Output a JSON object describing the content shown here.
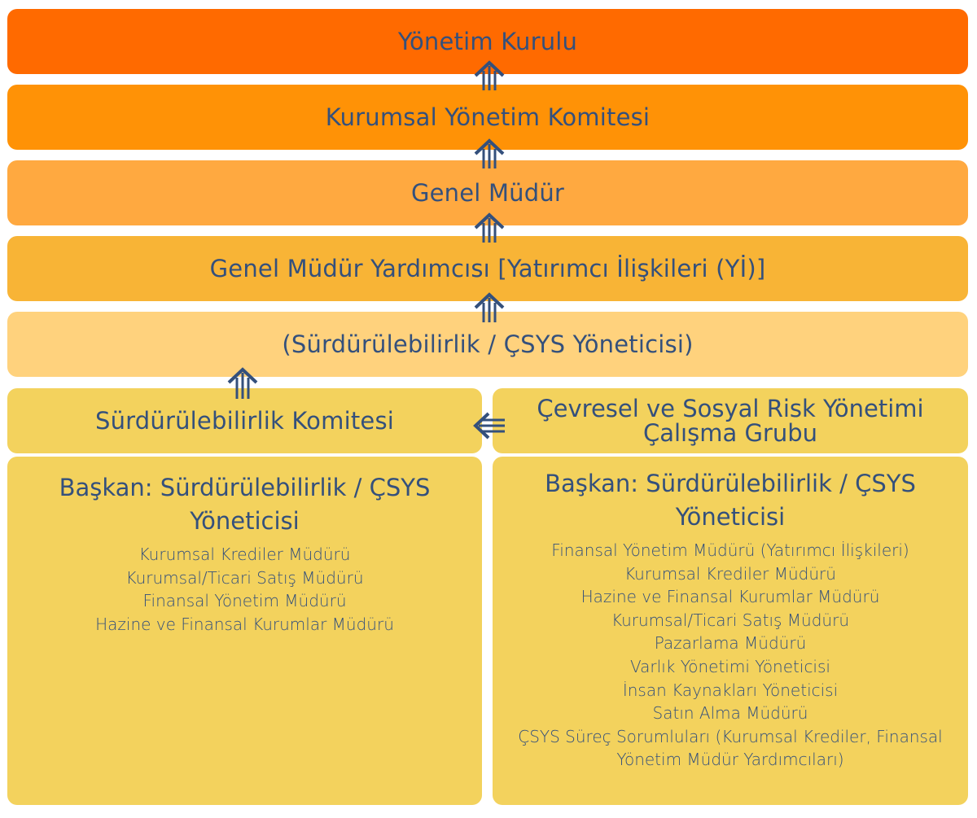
{
  "colors": {
    "text": "#34507c",
    "arrow": "#34507c",
    "tier1": "#ff6a00",
    "tier2": "#ff9206",
    "tier3": "#ffa940",
    "tier4": "#f8b436",
    "tier5": "#ffd27d",
    "committee": "#f3d25d"
  },
  "tiers": [
    {
      "label": "Yönetim Kurulu"
    },
    {
      "label": "Kurumsal Yönetim Komitesi"
    },
    {
      "label": "Genel Müdür"
    },
    {
      "label": "Genel Müdür Yardımcısı [Yatırımcı İlişkileri (Yİ)]"
    },
    {
      "label": "(Sürdürülebilirlik / ÇSYS Yöneticisi)"
    }
  ],
  "left_committee": {
    "label": "Sürdürülebilirlik Komitesi",
    "head": "Başkan: Sürdürülebilirlik / ÇSYS Yöneticisi",
    "head_line1": "Başkan: Sürdürülebilirlik / ÇSYS",
    "head_line2": "Yöneticisi",
    "members": [
      "Kurumsal Krediler Müdürü",
      "Kurumsal/Ticari Satış Müdürü",
      "Finansal Yönetim Müdürü",
      "Hazine ve Finansal Kurumlar Müdürü"
    ]
  },
  "right_committee": {
    "label_line1": "Çevresel ve Sosyal Risk Yönetimi",
    "label_line2": "Çalışma Grubu",
    "head_line1": "Başkan: Sürdürülebilirlik / ÇSYS",
    "head_line2": "Yöneticisi",
    "members": [
      "Finansal Yönetim Müdürü (Yatırımcı İlişkileri)",
      "Kurumsal Krediler Müdürü",
      "Hazine ve Finansal Kurumlar Müdürü",
      "Kurumsal/Ticari Satış Müdürü",
      "Pazarlama Müdürü",
      "Varlık Yönetimi Yöneticisi",
      "İnsan Kaynakları Yöneticisi",
      "Satın Alma Müdürü",
      "ÇSYS Süreç Sorumluları (Kurumsal Krediler, Finansal",
      "Yönetim Müdür Yardımcıları)"
    ]
  },
  "icons": {
    "up_arrow": "double-up-arrow-icon",
    "left_arrow": "double-left-arrow-icon"
  }
}
